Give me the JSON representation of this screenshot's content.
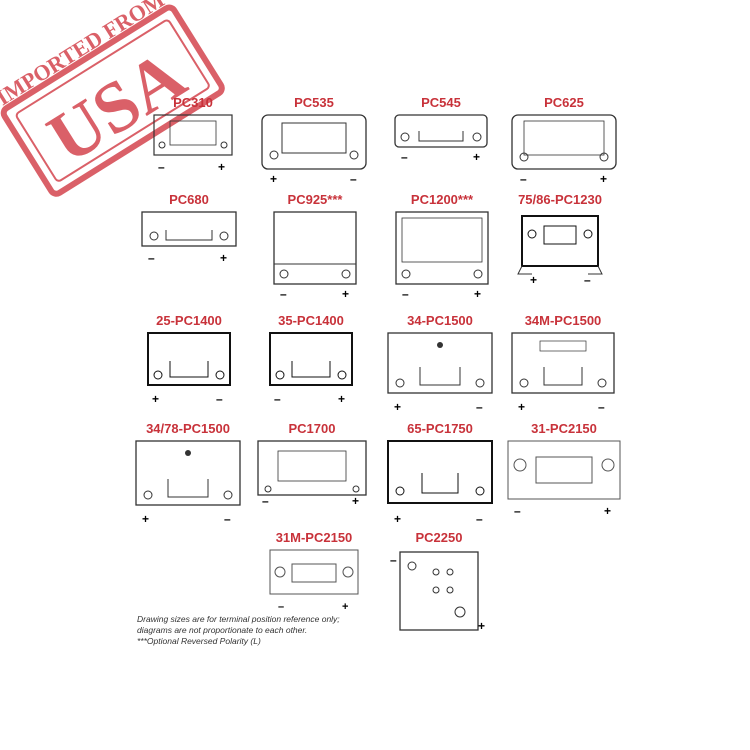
{
  "stamp": {
    "top_text": "IMPORTED FROM",
    "big_text": "USA",
    "color": "#d4454e"
  },
  "batteries": [
    {
      "model": "PC310",
      "polarity": "- +"
    },
    {
      "model": "PC535",
      "polarity": "+ -"
    },
    {
      "model": "PC545",
      "polarity": "- +"
    },
    {
      "model": "PC625",
      "polarity": "- +"
    },
    {
      "model": "PC680",
      "polarity": "- +"
    },
    {
      "model": "PC925***",
      "polarity": "- +"
    },
    {
      "model": "PC1200***",
      "polarity": "- +"
    },
    {
      "model": "75/86-PC1230",
      "polarity": "+ -"
    },
    {
      "model": "25-PC1400",
      "polarity": "+ -"
    },
    {
      "model": "35-PC1400",
      "polarity": "- +"
    },
    {
      "model": "34-PC1500",
      "polarity": "+ -"
    },
    {
      "model": "34M-PC1500",
      "polarity": "+ -"
    },
    {
      "model": "34/78-PC1500",
      "polarity": "+ -"
    },
    {
      "model": "PC1700",
      "polarity": "- +"
    },
    {
      "model": "65-PC1750",
      "polarity": "+ -"
    },
    {
      "model": "31-PC2150",
      "polarity": "- +"
    },
    {
      "model": "31M-PC2150",
      "polarity": "- +"
    },
    {
      "model": "PC2250",
      "polarity": "- +"
    }
  ],
  "notes": {
    "line1": "Drawing sizes are for terminal position reference only;",
    "line2": "diagrams are not proportionate to each other.",
    "line3": "***Optional Reversed Polarity (L)"
  },
  "colors": {
    "title": "#c8323a",
    "outline": "#333333"
  }
}
